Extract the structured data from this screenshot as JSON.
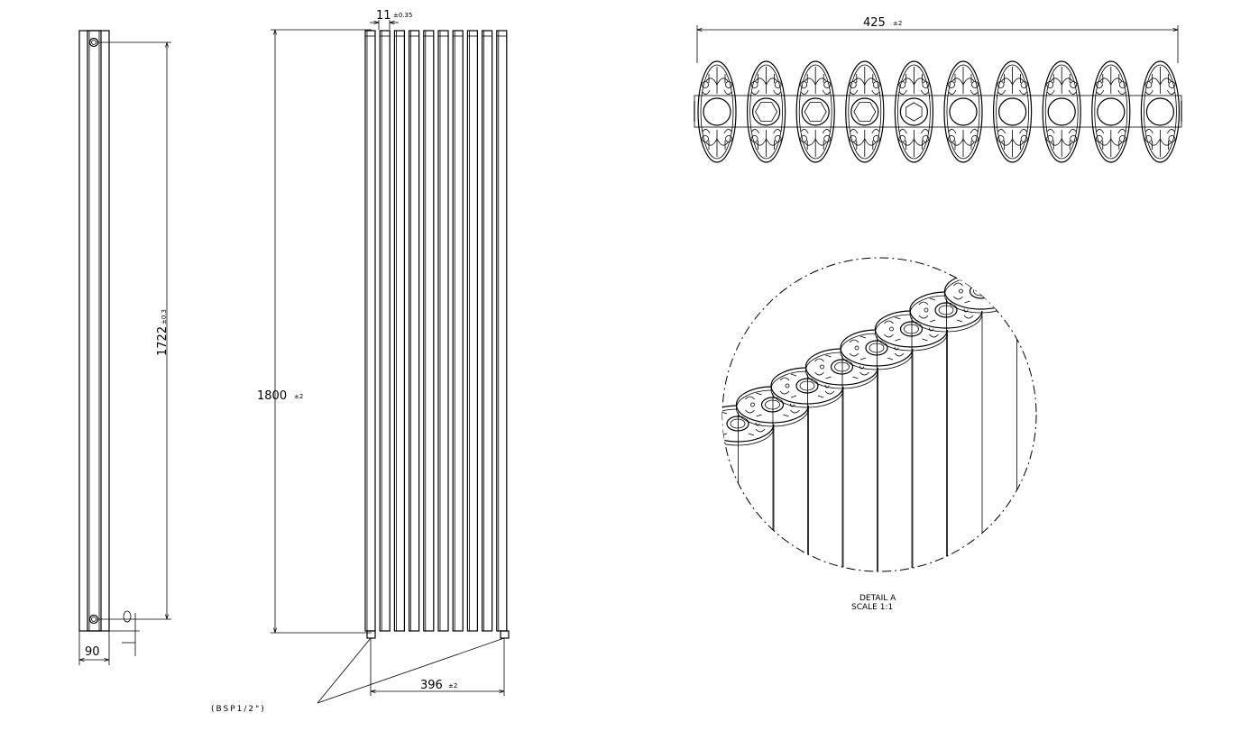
{
  "side_view": {
    "height_dim": "1722",
    "height_tol": "±0.3",
    "depth_dim": "90"
  },
  "front_view": {
    "height_dim": "1800",
    "height_tol": "±2",
    "tube_dim": "11",
    "tube_tol": "±0.35",
    "centers_dim": "396",
    "centers_tol": "±2",
    "connection_label": "(BSP1/2\")"
  },
  "top_view": {
    "width_dim": "425",
    "width_tol": "±2"
  },
  "detail": {
    "title": "DETAIL A",
    "scale": "SCALE 1:1"
  }
}
